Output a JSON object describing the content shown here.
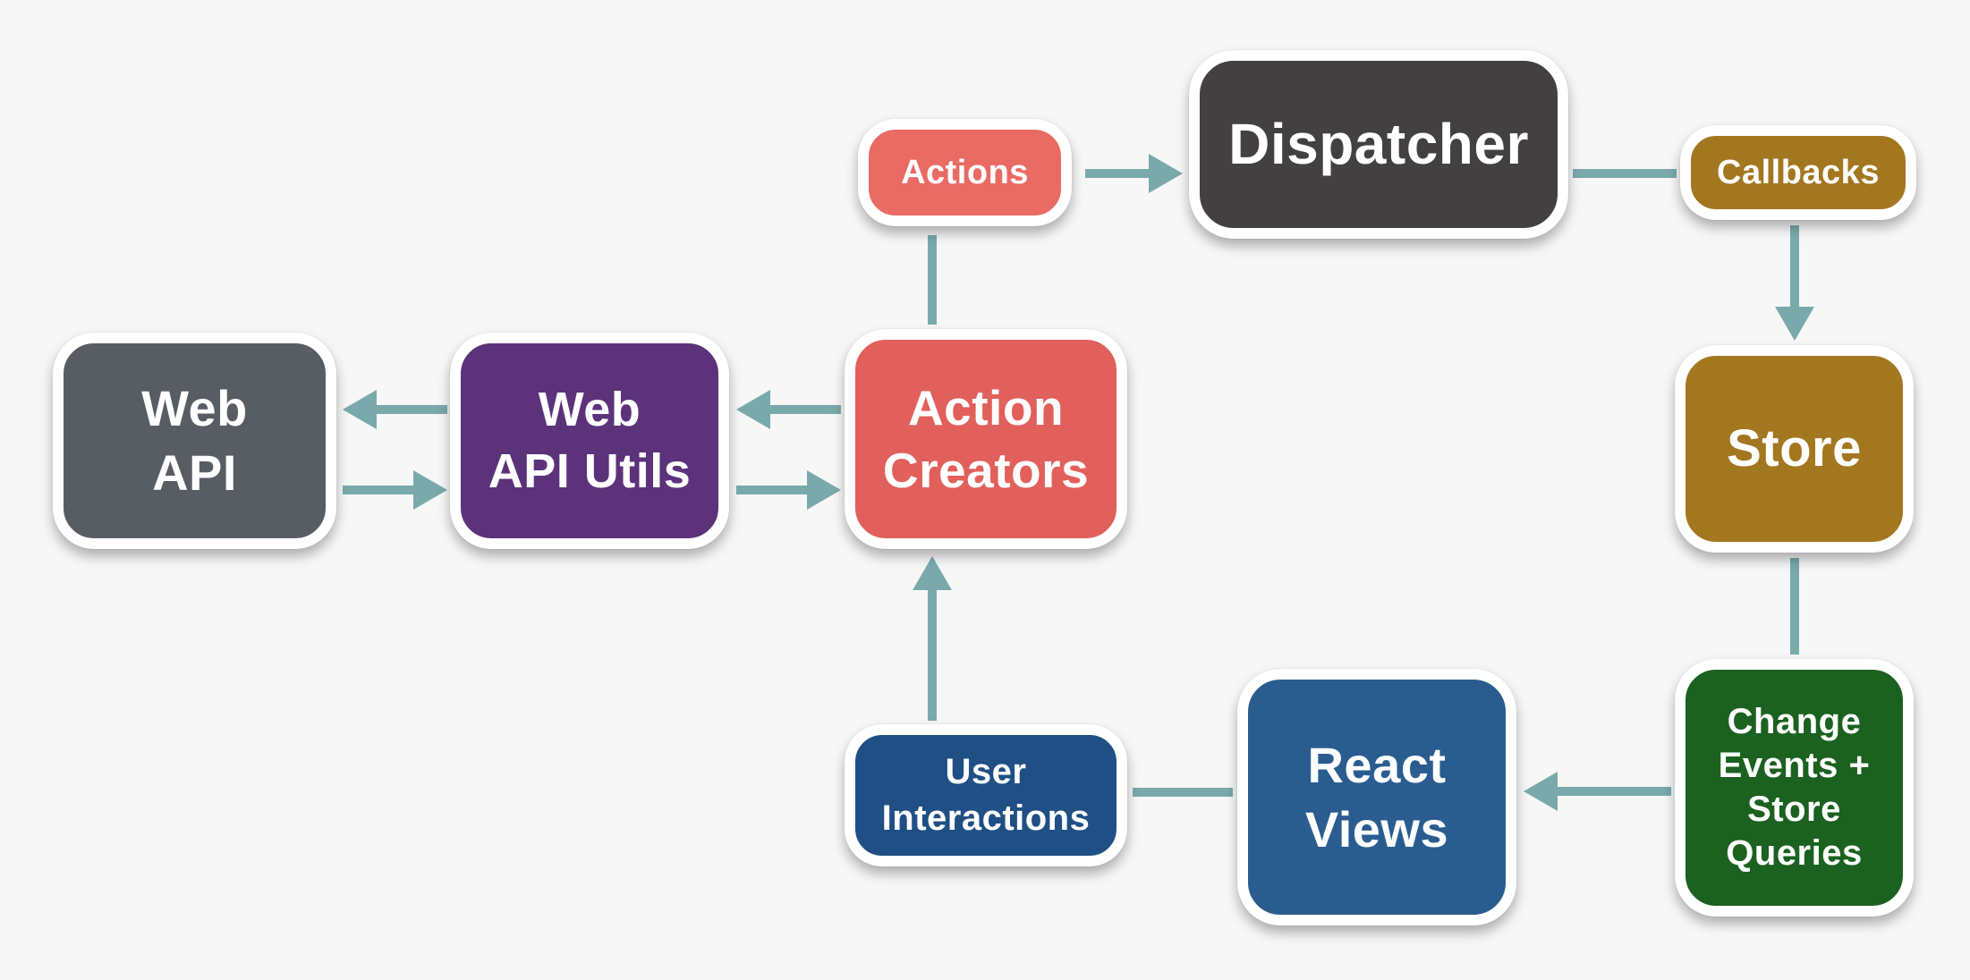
{
  "diagram": {
    "type": "flowchart",
    "subject": "Flux application architecture data flow",
    "background_color": "#f7f7f7",
    "connector_color": "#7aa9ac",
    "nodes": [
      {
        "id": "web-api",
        "label": "Web\nAPI",
        "color": "#585c63",
        "text_color": "#ffffff",
        "shape": "rounded-rect"
      },
      {
        "id": "web-api-utils",
        "label": "Web\nAPI Utils",
        "color": "#5c327a",
        "text_color": "#ffffff",
        "shape": "rounded-rect"
      },
      {
        "id": "action-creators",
        "label": "Action\nCreators",
        "color": "#e2605b",
        "text_color": "#ffffff",
        "shape": "rounded-rect"
      },
      {
        "id": "actions",
        "label": "Actions",
        "color": "#ea6a64",
        "text_color": "#ffffff",
        "shape": "pill"
      },
      {
        "id": "dispatcher",
        "label": "Dispatcher",
        "color": "#434041",
        "text_color": "#ffffff",
        "shape": "rounded-rect"
      },
      {
        "id": "callbacks",
        "label": "Callbacks",
        "color": "#a37620",
        "text_color": "#ffffff",
        "shape": "pill"
      },
      {
        "id": "store",
        "label": "Store",
        "color": "#a37620",
        "text_color": "#ffffff",
        "shape": "rounded-rect"
      },
      {
        "id": "user-interactions",
        "label": "User\nInteractions",
        "color": "#1f4f84",
        "text_color": "#ffffff",
        "shape": "pill"
      },
      {
        "id": "react-views",
        "label": "React\nViews",
        "color": "#2a5c90",
        "text_color": "#ffffff",
        "shape": "rounded-rect"
      },
      {
        "id": "change-events",
        "label": "Change\nEvents +\nStore\nQueries",
        "color": "#1b611f",
        "text_color": "#ffffff",
        "shape": "rounded-rect"
      }
    ],
    "edges": [
      {
        "from": "action-creators",
        "to": "actions",
        "arrowhead": false,
        "direction": "up"
      },
      {
        "from": "actions",
        "to": "dispatcher",
        "arrowhead": true,
        "direction": "right"
      },
      {
        "from": "dispatcher",
        "to": "callbacks",
        "arrowhead": false,
        "direction": "right"
      },
      {
        "from": "callbacks",
        "to": "store",
        "arrowhead": true,
        "direction": "down"
      },
      {
        "from": "store",
        "to": "change-events",
        "arrowhead": false,
        "direction": "down"
      },
      {
        "from": "change-events",
        "to": "react-views",
        "arrowhead": true,
        "direction": "left"
      },
      {
        "from": "react-views",
        "to": "user-interactions",
        "arrowhead": false,
        "direction": "left"
      },
      {
        "from": "user-interactions",
        "to": "action-creators",
        "arrowhead": true,
        "direction": "up"
      },
      {
        "from": "action-creators",
        "to": "web-api-utils",
        "arrowhead": true,
        "direction": "left"
      },
      {
        "from": "web-api-utils",
        "to": "action-creators",
        "arrowhead": true,
        "direction": "right"
      },
      {
        "from": "web-api-utils",
        "to": "web-api",
        "arrowhead": true,
        "direction": "left"
      },
      {
        "from": "web-api",
        "to": "web-api-utils",
        "arrowhead": true,
        "direction": "right"
      }
    ]
  }
}
